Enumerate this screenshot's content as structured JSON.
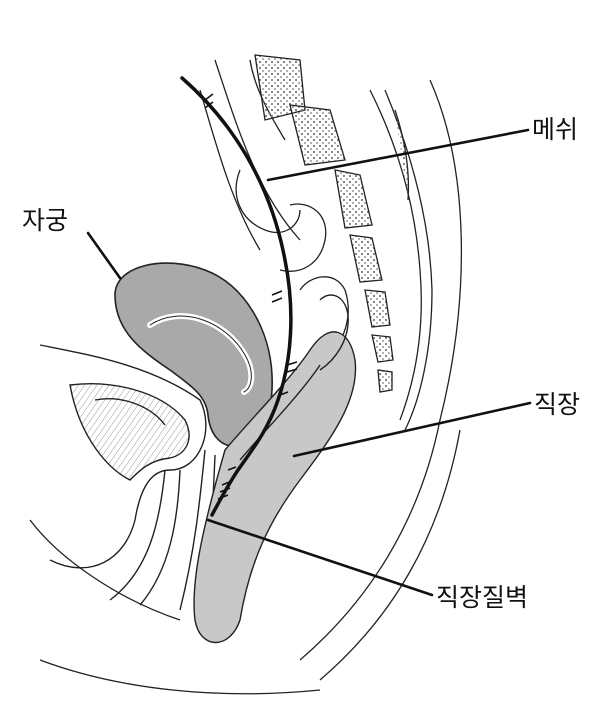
{
  "labels": {
    "mesh": "메쉬",
    "uterus": "자궁",
    "rectum": "직장",
    "rectovaginal_wall": "직장질벽"
  },
  "colors": {
    "outline": "#222222",
    "uterus_fill": "#a9a9a9",
    "rectum_shade": "#c8c8c8",
    "spine_stipple": "#7a7a7a",
    "background": "#ffffff"
  },
  "icons": []
}
